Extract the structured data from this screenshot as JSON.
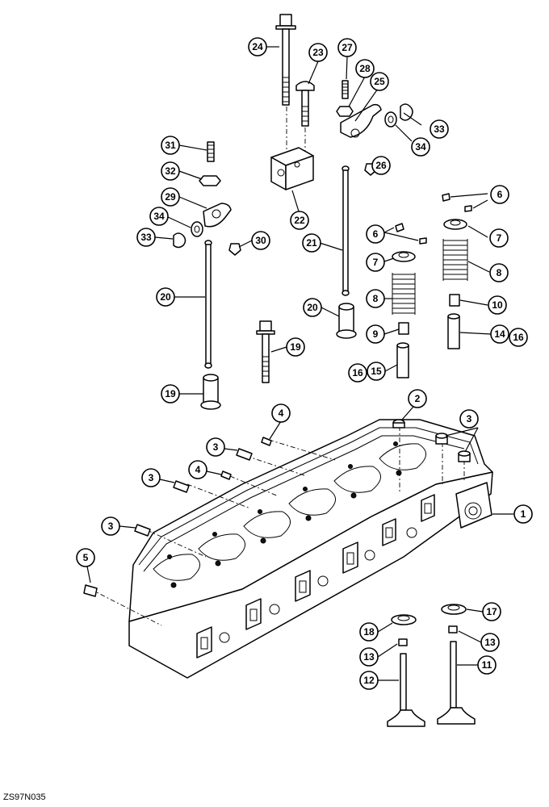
{
  "figure_code": "ZS97N035",
  "callouts": [
    "24",
    "23",
    "27",
    "28",
    "25",
    "33",
    "34",
    "26",
    "31",
    "32",
    "29",
    "22",
    "6",
    "34",
    "33",
    "30",
    "7",
    "21",
    "6",
    "7",
    "8",
    "20",
    "8",
    "10",
    "20",
    "19",
    "9",
    "14",
    "16",
    "15",
    "16",
    "19",
    "2",
    "4",
    "3",
    "3",
    "3",
    "4",
    "1",
    "3",
    "5",
    "17",
    "18",
    "13",
    "13",
    "12",
    "11"
  ],
  "colors": {
    "ink": "#000000",
    "paper": "#ffffff"
  }
}
